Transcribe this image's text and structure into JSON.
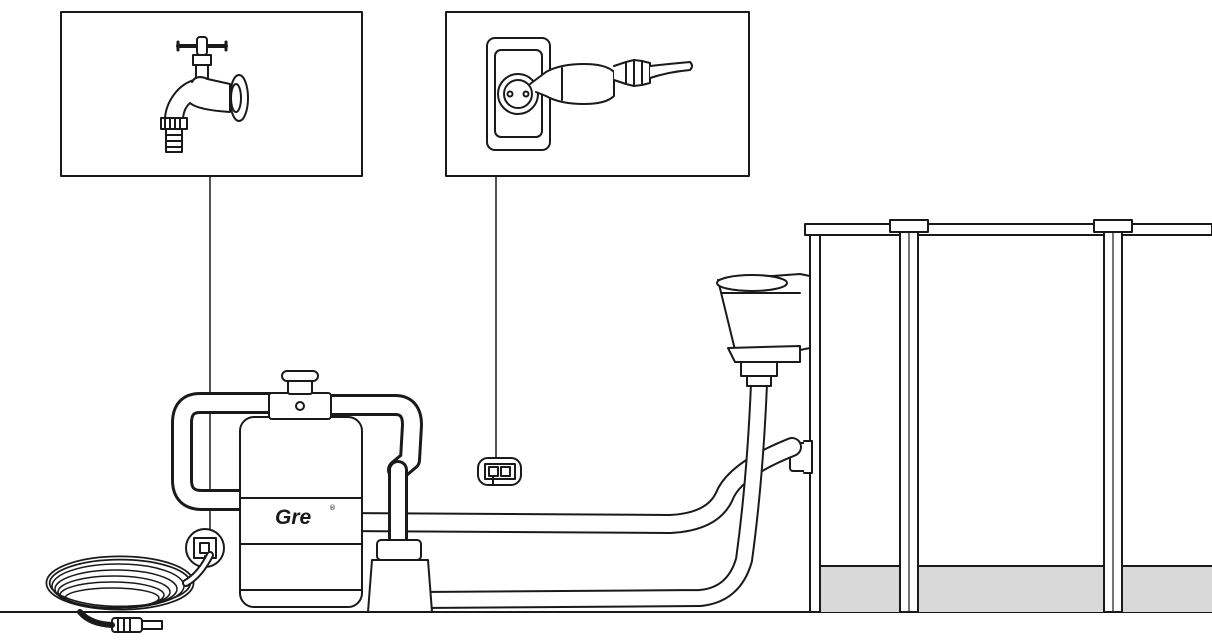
{
  "brand": {
    "logo": "Gre",
    "registered": "®"
  },
  "callouts": [
    {
      "name": "water-tap",
      "icon": "water-tap-icon"
    },
    {
      "name": "power-socket",
      "icon": "power-plug-icon"
    }
  ],
  "colors": {
    "stroke": "#1a1a1a",
    "fill": "#ffffff",
    "pool_water": "#d9d9d9"
  }
}
